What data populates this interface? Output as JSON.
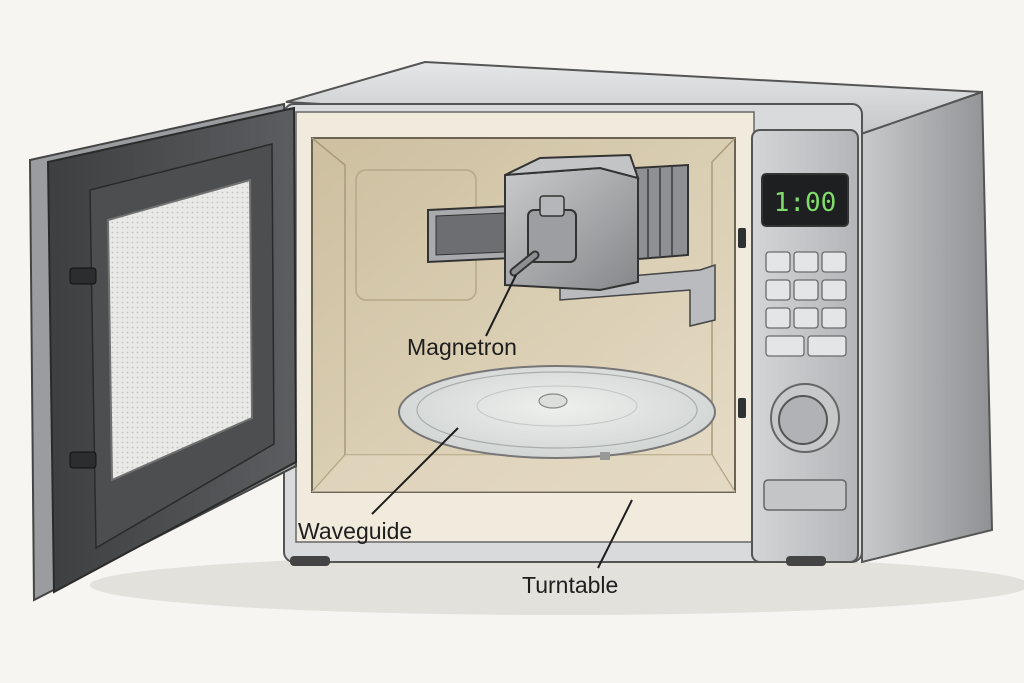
{
  "display": {
    "time": "1:00",
    "color": "#7fdc6a"
  },
  "labels": {
    "magnetron": "Magnetron",
    "waveguide": "Waveguide",
    "turntable": "Turntable"
  },
  "colors": {
    "background": "#f6f5f1",
    "body": "#9a9c9f",
    "cavity": "#f1ebdd",
    "interior": "#d8ccb3",
    "door": "#4a4b4d"
  },
  "icons": [
    "keypad-button",
    "dial-knob",
    "door-hinge",
    "door-latch"
  ]
}
